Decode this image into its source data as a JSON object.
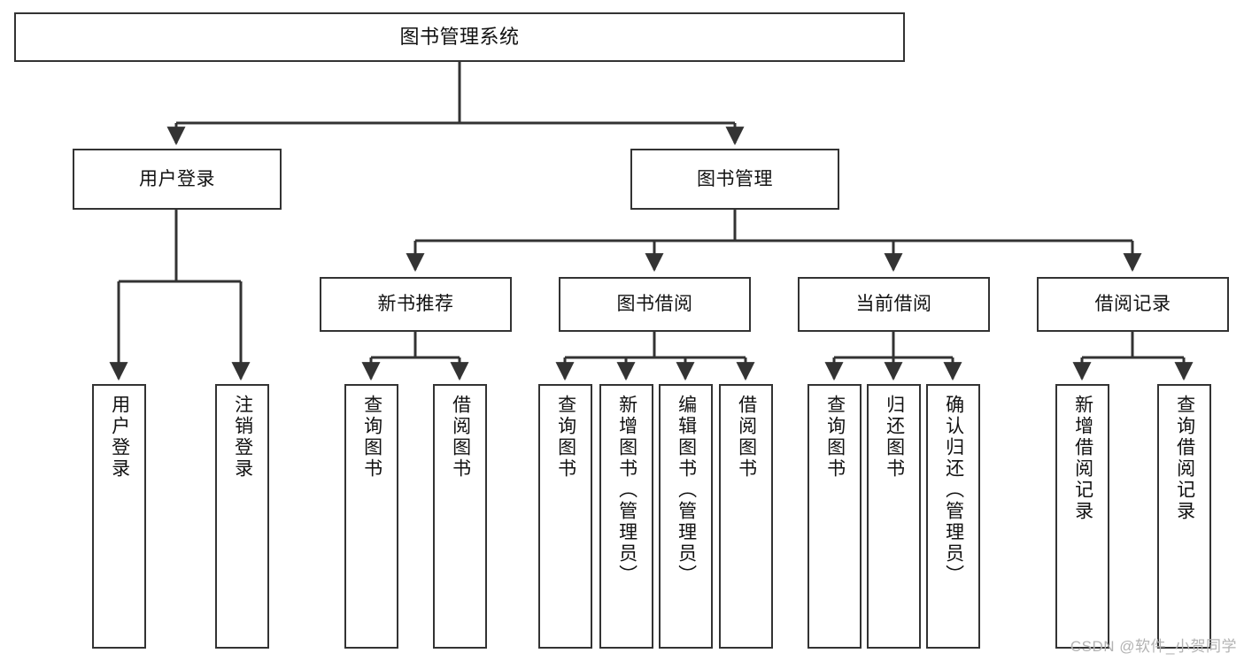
{
  "diagram": {
    "title": "图书管理系统",
    "type": "functional-structure-tree",
    "watermark": "CSDN @软件_小贺同学",
    "colors": {
      "box_border": "#333333",
      "box_fill": "#ffffff",
      "connector": "#333333",
      "text": "#111111",
      "watermark": "#b3b3b3"
    }
  },
  "nodes": {
    "root": {
      "label": "图书管理系统"
    },
    "level2": [
      {
        "label": "用户登录"
      },
      {
        "label": "图书管理"
      }
    ],
    "level3": [
      {
        "label": "新书推荐"
      },
      {
        "label": "图书借阅"
      },
      {
        "label": "当前借阅"
      },
      {
        "label": "借阅记录"
      }
    ],
    "leaves": {
      "user_login": [
        {
          "label": "用户登录"
        },
        {
          "label": "注销登录"
        }
      ],
      "new_book_recommend": [
        {
          "label": "查询图书"
        },
        {
          "label": "借阅图书"
        }
      ],
      "book_borrow": [
        {
          "label": "查询图书"
        },
        {
          "label": "新增图书（管理员）"
        },
        {
          "label": "编辑图书（管理员）"
        },
        {
          "label": "借阅图书"
        }
      ],
      "current_borrow": [
        {
          "label": "查询图书"
        },
        {
          "label": "归还图书"
        },
        {
          "label": "确认归还（管理员）"
        }
      ],
      "borrow_records": [
        {
          "label": "新增借阅记录"
        },
        {
          "label": "查询借阅记录"
        }
      ]
    }
  }
}
